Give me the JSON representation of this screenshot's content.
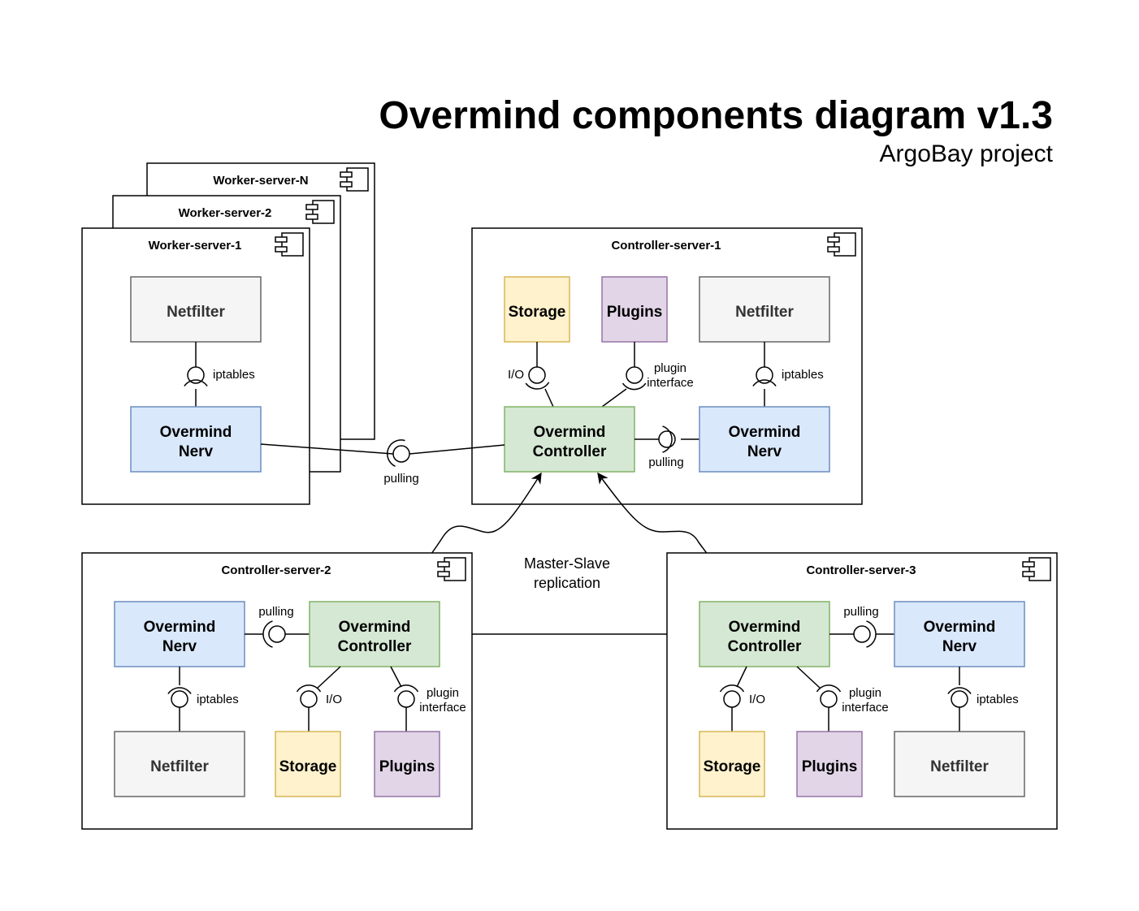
{
  "title": "Overmind components diagram v1.3",
  "subtitle": "ArgoBay project",
  "colors": {
    "storage_fill": "#fff2cc",
    "storage_stroke": "#d6b656",
    "plugins_fill": "#e1d5e7",
    "plugins_stroke": "#9673a6",
    "netfilter_fill": "#f5f5f5",
    "netfilter_stroke": "#666666",
    "nerv_fill": "#dae8fc",
    "nerv_stroke": "#6c8ebf",
    "controller_fill": "#d5e8d4",
    "controller_stroke": "#82b366"
  },
  "workers": {
    "n_label": "Worker-server-N",
    "w2_label": "Worker-server-2",
    "w1": {
      "label": "Worker-server-1",
      "netfilter": "Netfilter",
      "iptables": "iptables",
      "nerv_line1": "Overmind",
      "nerv_line2": "Nerv"
    }
  },
  "pulling_link": "pulling",
  "controller1": {
    "label": "Controller-server-1",
    "storage": "Storage",
    "plugins": "Plugins",
    "netfilter": "Netfilter",
    "io": "I/O",
    "plugin_line1": "plugin",
    "plugin_line2": "interface",
    "iptables": "iptables",
    "ctrl_line1": "Overmind",
    "ctrl_line2": "Controller",
    "pulling": "pulling",
    "nerv_line1": "Overmind",
    "nerv_line2": "Nerv"
  },
  "replication": {
    "line1": "Master-Slave",
    "line2": "replication"
  },
  "controller2": {
    "label": "Controller-server-2",
    "nerv_line1": "Overmind",
    "nerv_line2": "Nerv",
    "pulling": "pulling",
    "ctrl_line1": "Overmind",
    "ctrl_line2": "Controller",
    "iptables": "iptables",
    "io": "I/O",
    "plugin_line1": "plugin",
    "plugin_line2": "interface",
    "netfilter": "Netfilter",
    "storage": "Storage",
    "plugins": "Plugins"
  },
  "controller3": {
    "label": "Controller-server-3",
    "ctrl_line1": "Overmind",
    "ctrl_line2": "Controller",
    "pulling": "pulling",
    "nerv_line1": "Overmind",
    "nerv_line2": "Nerv",
    "io": "I/O",
    "plugin_line1": "plugin",
    "plugin_line2": "interface",
    "iptables": "iptables",
    "storage": "Storage",
    "plugins": "Plugins",
    "netfilter": "Netfilter"
  }
}
